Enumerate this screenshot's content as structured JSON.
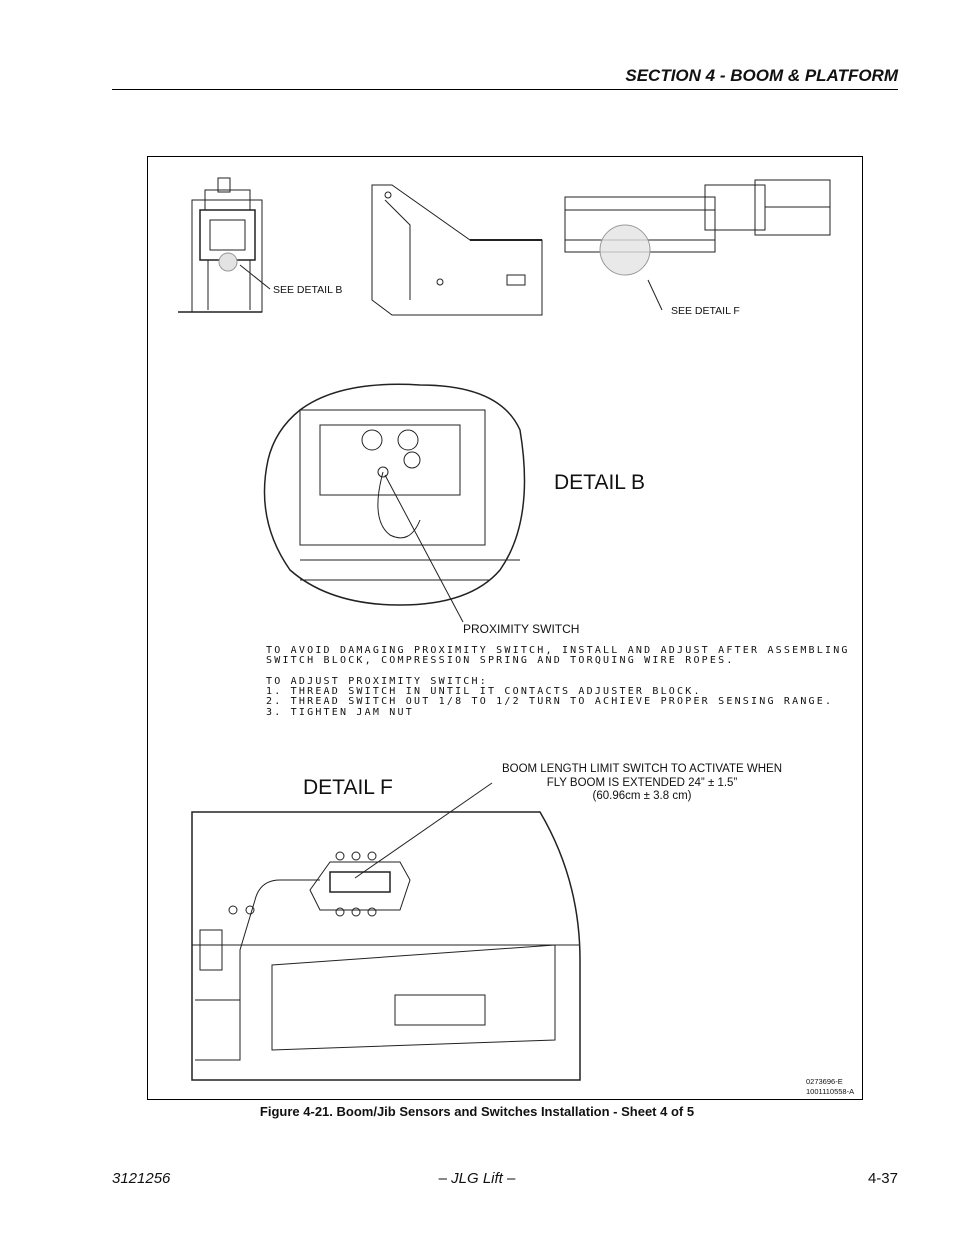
{
  "header": {
    "section_title": "SECTION 4 - BOOM & PLATFORM"
  },
  "figure": {
    "callouts": {
      "see_detail_b": "SEE DETAIL B",
      "see_detail_f": "SEE DETAIL F",
      "proximity_switch": "PROXIMITY SWITCH"
    },
    "detail_b_title": "DETAIL B",
    "detail_f_title": "DETAIL F",
    "notes": {
      "line1": "TO AVOID DAMAGING PROXIMITY SWITCH, INSTALL AND ADJUST AFTER ASSEMBLING",
      "line2": "SWITCH BLOCK, COMPRESSION SPRING AND TORQUING WIRE ROPES.",
      "line3": "TO ADJUST PROXIMITY SWITCH:",
      "line4": "1. THREAD SWITCH IN UNTIL IT CONTACTS ADJUSTER BLOCK.",
      "line5": "2. THREAD SWITCH OUT 1/8 TO 1/2 TURN TO ACHIEVE PROPER SENSING RANGE.",
      "line6": "3. TIGHTEN JAM NUT"
    },
    "boom_length_note": {
      "line1": "BOOM LENGTH LIMIT SWITCH TO ACTIVATE WHEN",
      "line2": "FLY BOOM IS EXTENDED 24” ± 1.5”",
      "line3": "(60.96cm ± 3.8 cm)"
    },
    "drawing_numbers": {
      "line1": "0273696-E",
      "line2": "1001110558-A"
    },
    "caption": "Figure 4-21.  Boom/Jib Sensors and Switches Installation - Sheet 4 of 5"
  },
  "footer": {
    "doc_number": "3121256",
    "publisher": "– JLG Lift –",
    "page_number": "4-37"
  }
}
